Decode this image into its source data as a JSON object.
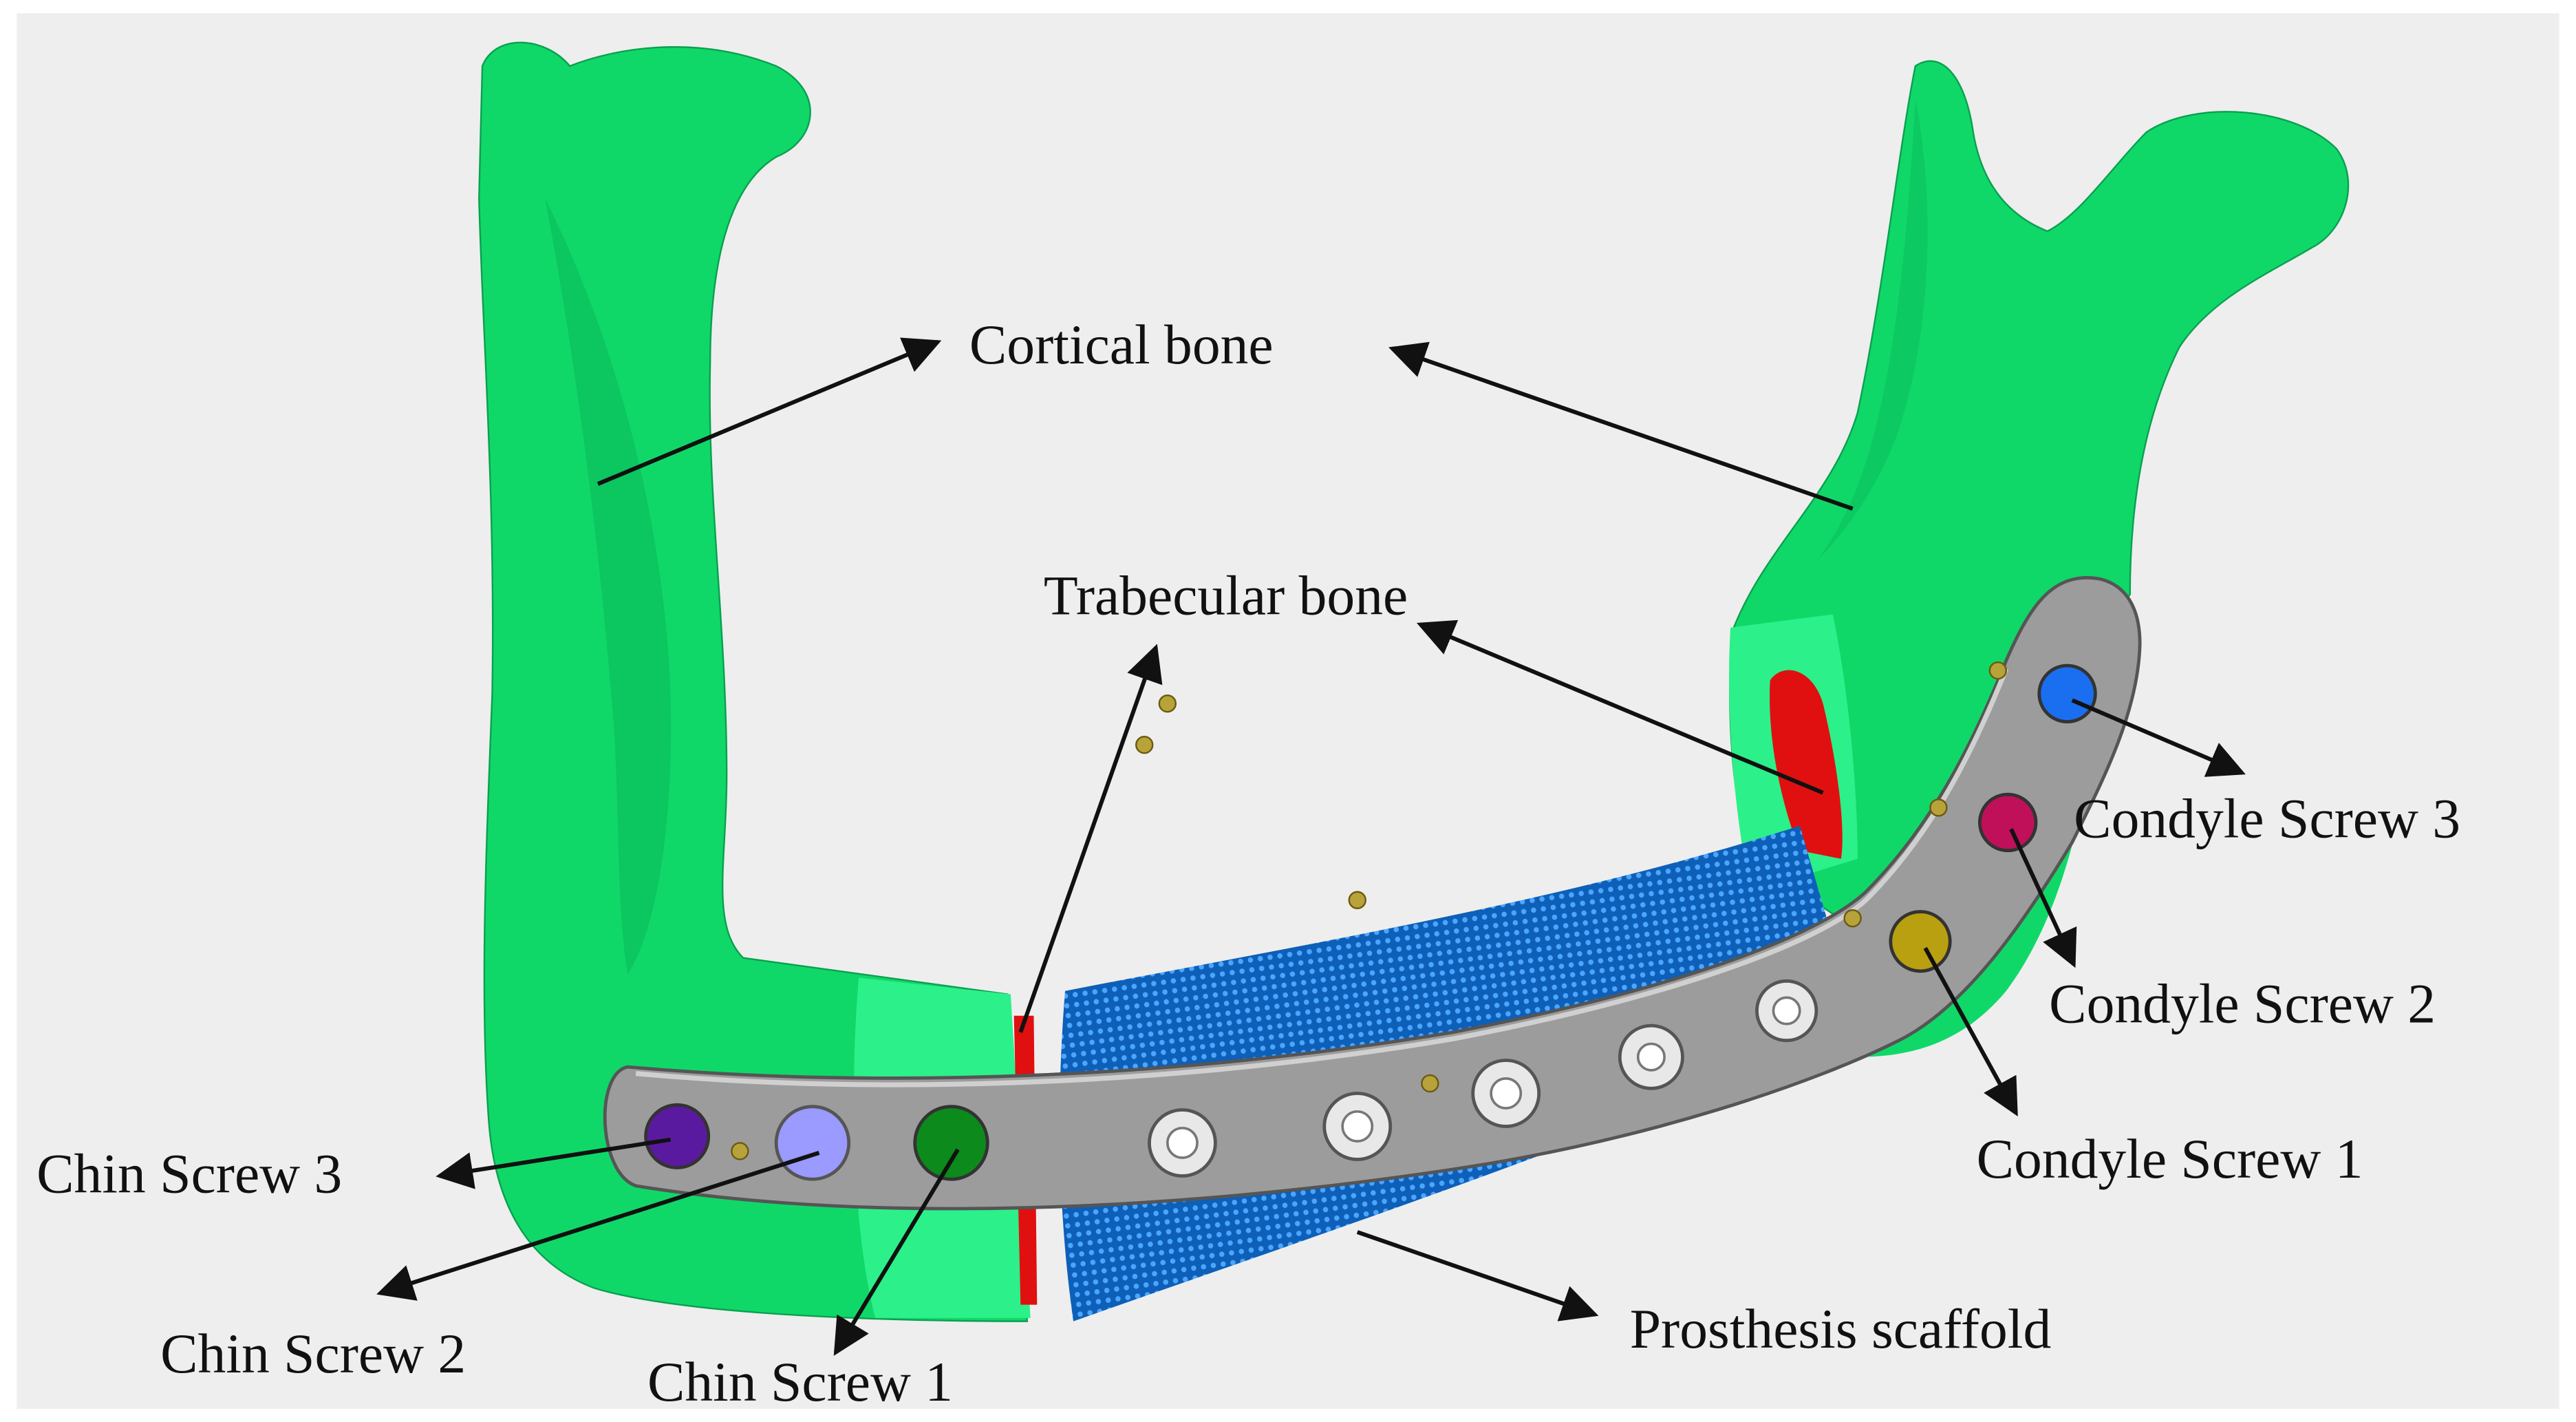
{
  "labels": {
    "cortical": "Cortical bone",
    "trabecular": "Trabecular bone",
    "condyle3": "Condyle Screw 3",
    "condyle2": "Condyle Screw 2",
    "condyle1": "Condyle Screw 1",
    "chin3": "Chin Screw 3",
    "chin2": "Chin Screw 2",
    "chin1": "Chin Screw 1",
    "scaffold": "Prosthesis scaffold"
  },
  "colors": {
    "background": "#eeeeee",
    "cortical_bone": "#10d868",
    "trabecular_bone": "#e01010",
    "scaffold": "#1a7fe0",
    "plate": "#9c9c9c",
    "chin_screw_3": "#5a1aa0",
    "chin_screw_2": "#9a9aff",
    "chin_screw_1": "#0c8a1c",
    "condyle_screw_3": "#1a6ef0",
    "condyle_screw_2": "#c0105a",
    "condyle_screw_1": "#b8a010",
    "marker": "#b8a23a"
  }
}
